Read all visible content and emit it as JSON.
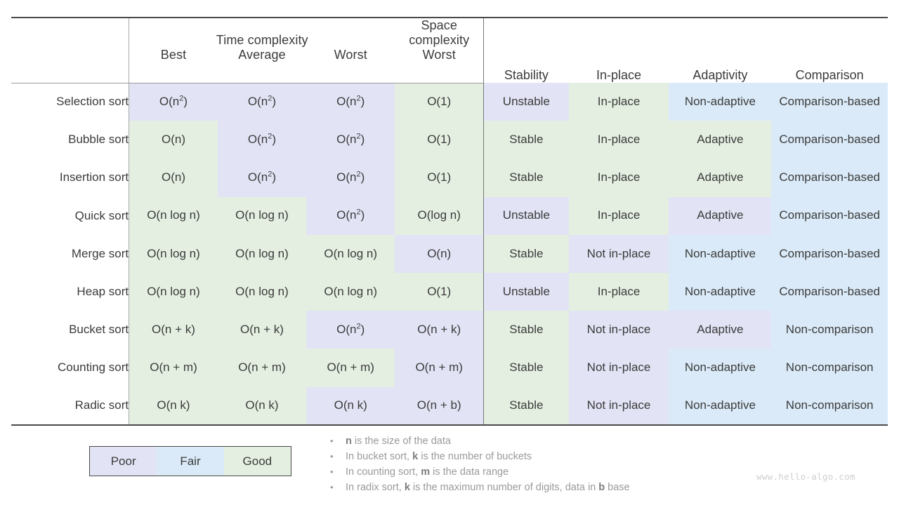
{
  "table": {
    "group_headers": [
      {
        "label": "Time complexity",
        "span": 3
      },
      {
        "label": "Space complexity",
        "span": 1
      }
    ],
    "sub_headers": [
      "Best",
      "Average",
      "Worst",
      "Worst"
    ],
    "property_headers": [
      "Stability",
      "In-place",
      "Adaptivity",
      "Comparison"
    ],
    "rows": [
      {
        "name": "Selection sort",
        "cells": [
          {
            "text": "O(n²)",
            "rating": "poor"
          },
          {
            "text": "O(n²)",
            "rating": "poor"
          },
          {
            "text": "O(n²)",
            "rating": "poor"
          },
          {
            "text": "O(1)",
            "rating": "good"
          },
          {
            "text": "Unstable",
            "rating": "poor"
          },
          {
            "text": "In-place",
            "rating": "good"
          },
          {
            "text": "Non-adaptive",
            "rating": "fair"
          },
          {
            "text": "Comparison-based",
            "rating": "fair"
          }
        ]
      },
      {
        "name": "Bubble sort",
        "cells": [
          {
            "text": "O(n)",
            "rating": "good"
          },
          {
            "text": "O(n²)",
            "rating": "poor"
          },
          {
            "text": "O(n²)",
            "rating": "poor"
          },
          {
            "text": "O(1)",
            "rating": "good"
          },
          {
            "text": "Stable",
            "rating": "good"
          },
          {
            "text": "In-place",
            "rating": "good"
          },
          {
            "text": "Adaptive",
            "rating": "good"
          },
          {
            "text": "Comparison-based",
            "rating": "fair"
          }
        ]
      },
      {
        "name": "Insertion sort",
        "cells": [
          {
            "text": "O(n)",
            "rating": "good"
          },
          {
            "text": "O(n²)",
            "rating": "poor"
          },
          {
            "text": "O(n²)",
            "rating": "poor"
          },
          {
            "text": "O(1)",
            "rating": "good"
          },
          {
            "text": "Stable",
            "rating": "good"
          },
          {
            "text": "In-place",
            "rating": "good"
          },
          {
            "text": "Adaptive",
            "rating": "good"
          },
          {
            "text": "Comparison-based",
            "rating": "fair"
          }
        ]
      },
      {
        "name": "Quick sort",
        "cells": [
          {
            "text": "O(n log n)",
            "rating": "good"
          },
          {
            "text": "O(n log n)",
            "rating": "good"
          },
          {
            "text": "O(n²)",
            "rating": "poor"
          },
          {
            "text": "O(log n)",
            "rating": "good"
          },
          {
            "text": "Unstable",
            "rating": "poor"
          },
          {
            "text": "In-place",
            "rating": "good"
          },
          {
            "text": "Adaptive",
            "rating": "poor"
          },
          {
            "text": "Comparison-based",
            "rating": "fair"
          }
        ]
      },
      {
        "name": "Merge sort",
        "cells": [
          {
            "text": "O(n log n)",
            "rating": "good"
          },
          {
            "text": "O(n log n)",
            "rating": "good"
          },
          {
            "text": "O(n log n)",
            "rating": "good"
          },
          {
            "text": "O(n)",
            "rating": "poor"
          },
          {
            "text": "Stable",
            "rating": "good"
          },
          {
            "text": "Not in-place",
            "rating": "poor"
          },
          {
            "text": "Non-adaptive",
            "rating": "fair"
          },
          {
            "text": "Comparison-based",
            "rating": "fair"
          }
        ]
      },
      {
        "name": "Heap sort",
        "cells": [
          {
            "text": "O(n log n)",
            "rating": "good"
          },
          {
            "text": "O(n log n)",
            "rating": "good"
          },
          {
            "text": "O(n log n)",
            "rating": "good"
          },
          {
            "text": "O(1)",
            "rating": "good"
          },
          {
            "text": "Unstable",
            "rating": "poor"
          },
          {
            "text": "In-place",
            "rating": "good"
          },
          {
            "text": "Non-adaptive",
            "rating": "fair"
          },
          {
            "text": "Comparison-based",
            "rating": "fair"
          }
        ]
      },
      {
        "name": "Bucket sort",
        "cells": [
          {
            "text": "O(n + k)",
            "rating": "good"
          },
          {
            "text": "O(n + k)",
            "rating": "good"
          },
          {
            "text": "O(n²)",
            "rating": "poor"
          },
          {
            "text": "O(n + k)",
            "rating": "poor"
          },
          {
            "text": "Stable",
            "rating": "good"
          },
          {
            "text": "Not in-place",
            "rating": "poor"
          },
          {
            "text": "Adaptive",
            "rating": "poor"
          },
          {
            "text": "Non-comparison",
            "rating": "fair"
          }
        ]
      },
      {
        "name": "Counting sort",
        "cells": [
          {
            "text": "O(n + m)",
            "rating": "good"
          },
          {
            "text": "O(n + m)",
            "rating": "good"
          },
          {
            "text": "O(n + m)",
            "rating": "good"
          },
          {
            "text": "O(n + m)",
            "rating": "poor"
          },
          {
            "text": "Stable",
            "rating": "good"
          },
          {
            "text": "Not in-place",
            "rating": "poor"
          },
          {
            "text": "Non-adaptive",
            "rating": "fair"
          },
          {
            "text": "Non-comparison",
            "rating": "fair"
          }
        ]
      },
      {
        "name": "Radic sort",
        "cells": [
          {
            "text": "O(n k)",
            "rating": "good"
          },
          {
            "text": "O(n k)",
            "rating": "good"
          },
          {
            "text": "O(n k)",
            "rating": "poor"
          },
          {
            "text": "O(n + b)",
            "rating": "poor"
          },
          {
            "text": "Stable",
            "rating": "good"
          },
          {
            "text": "Not in-place",
            "rating": "poor"
          },
          {
            "text": "Non-adaptive",
            "rating": "fair"
          },
          {
            "text": "Non-comparison",
            "rating": "fair"
          }
        ]
      }
    ]
  },
  "legend": {
    "segments": [
      {
        "label": "Poor",
        "rating": "poor"
      },
      {
        "label": "Fair",
        "rating": "fair"
      },
      {
        "label": "Good",
        "rating": "good"
      }
    ]
  },
  "notes": {
    "bullet": "•",
    "items": [
      [
        {
          "t": "n",
          "b": true
        },
        {
          "t": " is the size of the data",
          "b": false
        }
      ],
      [
        {
          "t": "In bucket sort, ",
          "b": false
        },
        {
          "t": "k",
          "b": true
        },
        {
          "t": " is the number of buckets",
          "b": false
        }
      ],
      [
        {
          "t": "In counting sort, ",
          "b": false
        },
        {
          "t": "m",
          "b": true
        },
        {
          "t": " is the data range",
          "b": false
        }
      ],
      [
        {
          "t": "In radix sort, ",
          "b": false
        },
        {
          "t": "k",
          "b": true
        },
        {
          "t": " is the maximum number of digits, data in ",
          "b": false
        },
        {
          "t": "b",
          "b": true
        },
        {
          "t": " base",
          "b": false
        }
      ]
    ]
  },
  "watermark": "www.hello-algo.com",
  "colors": {
    "poor": "#e2e3f5",
    "fair": "#daeaf8",
    "good": "#e4efe1",
    "text": "#3b3b3b",
    "border_strong": "#4a4a4a",
    "border_light": "#9a9a9a",
    "note_text": "#9a9a9a",
    "watermark": "#cfcfcf"
  }
}
